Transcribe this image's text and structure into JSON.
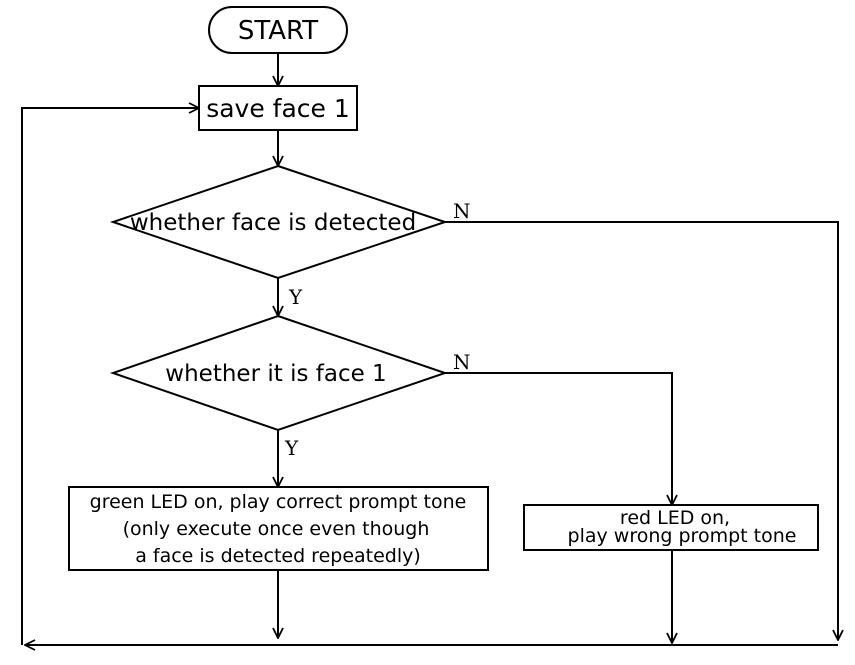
{
  "diagram": {
    "start": "START",
    "save_face": "save face 1",
    "decision_detected": "whether face is detected",
    "decision_face1": "whether it is face 1",
    "green_box": {
      "line1": "green LED on, play correct prompt tone",
      "line2": "(only execute once even though",
      "line3": "a face is detected repeatedly)"
    },
    "red_box": {
      "line1": "red LED on,",
      "line2": "play wrong prompt tone"
    },
    "labels": {
      "yes_detected": "Y",
      "no_detected": "N",
      "yes_face1": "Y",
      "no_face1": "N"
    }
  }
}
